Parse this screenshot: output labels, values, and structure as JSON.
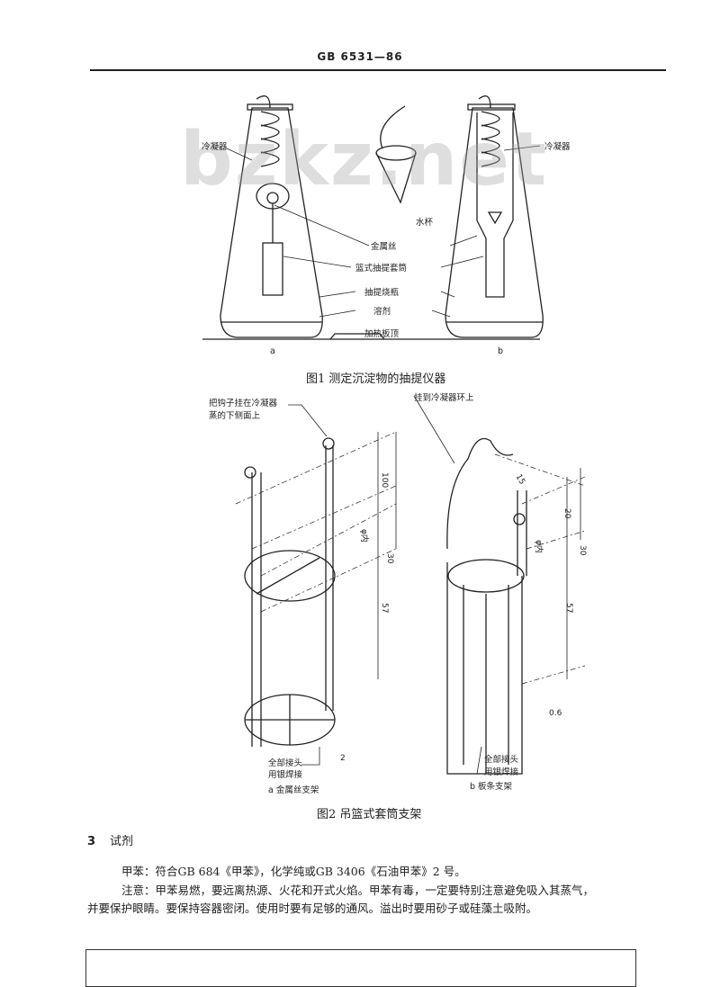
{
  "header": {
    "standard_no": "GB 6531—86"
  },
  "watermark": "bzkz.net",
  "figure1": {
    "labels": {
      "condenser_left": "冷凝器",
      "condenser_right": "冷凝器",
      "water_cup": "水杯",
      "metal_wire": "金属丝",
      "basket_thimble": "篮式抽提套筒",
      "extraction_flask": "抽提烧瓶",
      "solvent": "溶剂",
      "hot_plate": "加热板顶"
    },
    "sub_a": "a",
    "sub_b": "b",
    "caption": "图1  测定沉淀物的抽提仪器"
  },
  "figure2": {
    "note_a": [
      "把钩子挂在冷凝器",
      "蒸的下侧面上"
    ],
    "note_b": "挂到冷凝器环上",
    "dims_a": [
      "100",
      "φ内",
      "30",
      "57",
      "2"
    ],
    "dims_b": [
      "15",
      "20",
      "φ内",
      "30",
      "57",
      "0.6"
    ],
    "weld_a": [
      "全部接头",
      "用银焊接"
    ],
    "weld_b": [
      "全部接头",
      "用银焊接"
    ],
    "sub_a": "a 金属丝支架",
    "sub_b": "b 板条支架",
    "caption": "图2  吊篮式套筒支架"
  },
  "section": {
    "number": "3",
    "title": "试剂"
  },
  "paragraphs": [
    "甲苯：符合GB 684《甲苯》，化学纯或GB 3406《石油甲苯》2 号。",
    "注意：甲苯易燃，要远离热源、火花和开式火焰。甲苯有毒，一定要特别注意避免吸入其蒸气，",
    "并要保护眼睛。要保持容器密闭。使用时要有足够的通风。溢出时要用砂子或硅藻土吸附。"
  ]
}
